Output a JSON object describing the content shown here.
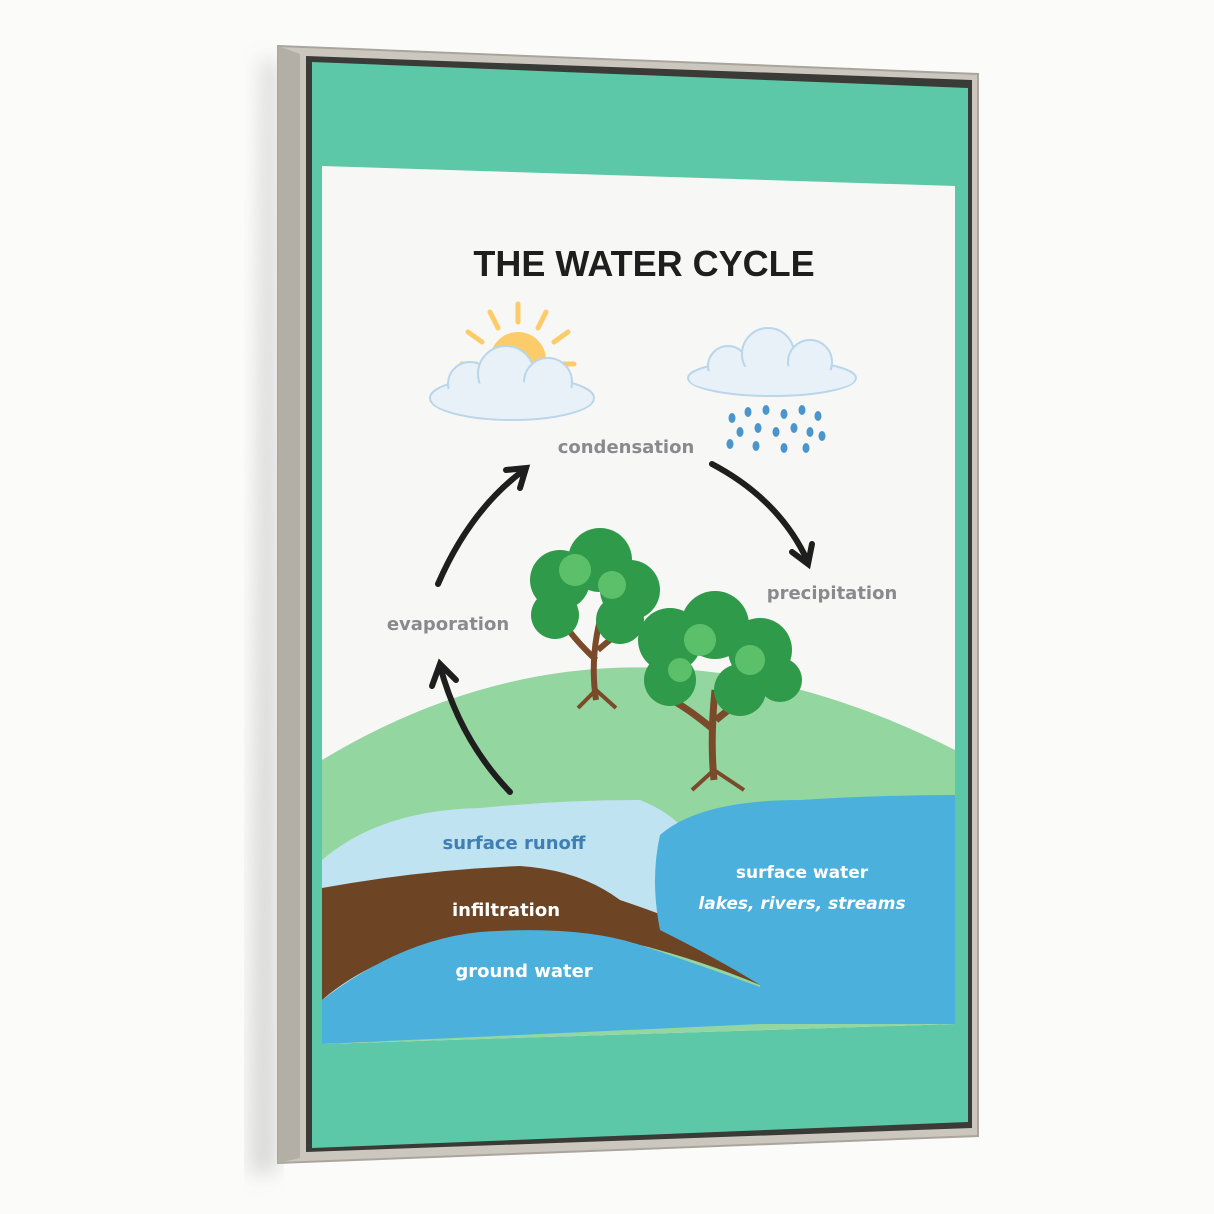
{
  "poster": {
    "title": "THE WATER CYCLE",
    "labels": {
      "condensation": "condensation",
      "precipitation": "precipitation",
      "evaporation": "evaporation",
      "surface_runoff": "surface runoff",
      "infiltration": "infiltration",
      "ground_water": "ground water",
      "surface_water": "surface water",
      "surface_water_examples": "lakes, rivers, streams"
    }
  },
  "colors": {
    "teal": "#5cc8a8",
    "paper": "#f7f7f5",
    "hill": "#94d6a0",
    "runoff": "#bfe3f0",
    "soil": "#6e4524",
    "water": "#4bb0dc",
    "sun": "#fccc6a",
    "frame": "#c9c5bc"
  }
}
